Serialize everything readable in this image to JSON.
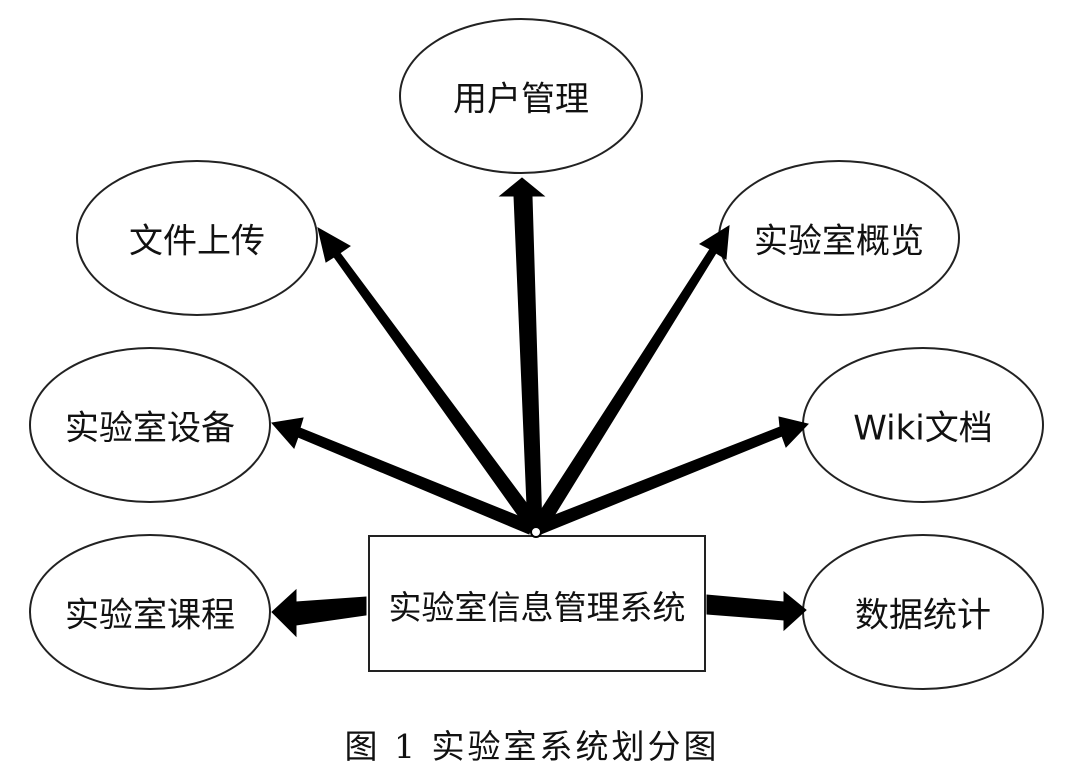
{
  "diagram": {
    "center": {
      "label": "实验室信息管理系统"
    },
    "nodes": [
      {
        "id": "user-management",
        "label": "用户管理"
      },
      {
        "id": "file-upload",
        "label": "文件上传"
      },
      {
        "id": "lab-overview",
        "label": "实验室概览"
      },
      {
        "id": "lab-equipment",
        "label": "实验室设备"
      },
      {
        "id": "wiki-docs",
        "label": "Wiki文档"
      },
      {
        "id": "lab-courses",
        "label": "实验室课程"
      },
      {
        "id": "data-statistics",
        "label": "数据统计"
      }
    ],
    "caption": "图 1  实验室系统划分图"
  }
}
